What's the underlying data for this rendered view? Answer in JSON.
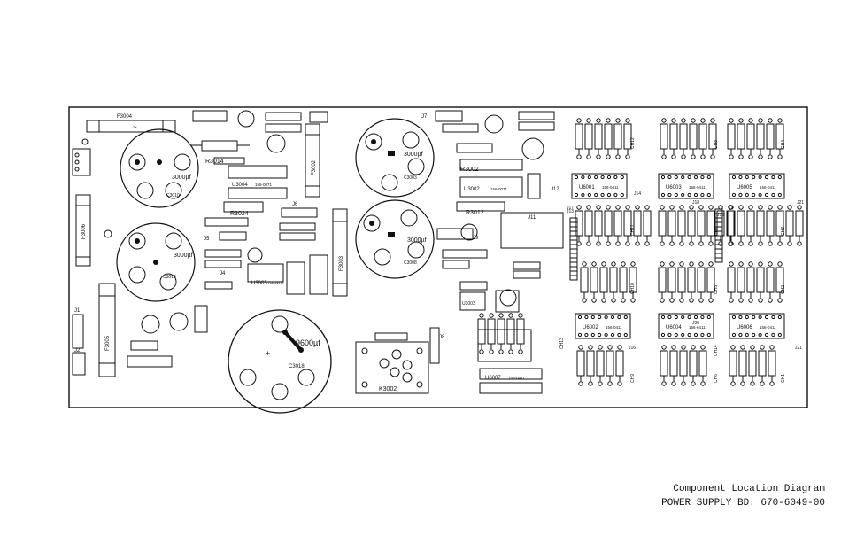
{
  "caption": {
    "line1": "Component Location Diagram",
    "line2": "POWER SUPPLY BD. 670-6049-00"
  },
  "capacitors": [
    {
      "ref": "C3010",
      "value": "3000µf"
    },
    {
      "ref": "C3014",
      "value": "3000µf"
    },
    {
      "ref": "C3003",
      "value": "3000µf"
    },
    {
      "ref": "C3008",
      "value": "3000µf"
    },
    {
      "ref": "C3018",
      "value": "9600µf"
    }
  ],
  "fuses": [
    "F3004",
    "F3006",
    "F3005",
    "F3002",
    "F3003"
  ],
  "ics_left": [
    {
      "ref": "U3004",
      "part": "156-0071"
    },
    {
      "ref": "U3002",
      "part": "156-0071"
    },
    {
      "ref": "U3005",
      "part": "156-0071"
    },
    {
      "ref": "U3003",
      "part": ""
    }
  ],
  "ics_right": [
    {
      "ref": "U6001",
      "part": "156-0411"
    },
    {
      "ref": "U6003",
      "part": "156-0411"
    },
    {
      "ref": "U6005",
      "part": "156-0411"
    },
    {
      "ref": "U6002",
      "part": "156-0411"
    },
    {
      "ref": "U6004",
      "part": "156-0411"
    },
    {
      "ref": "U6006",
      "part": "156-0411"
    },
    {
      "ref": "U6007",
      "part": "156-0411"
    }
  ],
  "resistors": [
    "R3014",
    "R3024",
    "R3002",
    "R3012"
  ],
  "relay": "K3002",
  "connectors": [
    "J1",
    "J2",
    "J3",
    "J4",
    "J5",
    "J6",
    "J7",
    "J8",
    "J9",
    "J11",
    "J12",
    "J13",
    "J14",
    "J16",
    "J17",
    "J18",
    "J19",
    "J20",
    "J21"
  ],
  "channels": [
    "CH12",
    "CH8",
    "CH4",
    "CH11",
    "CH10",
    "CH7",
    "CH3",
    "CH9",
    "CH6",
    "CH2",
    "CH13",
    "CH5",
    "CH1",
    "CH14"
  ]
}
